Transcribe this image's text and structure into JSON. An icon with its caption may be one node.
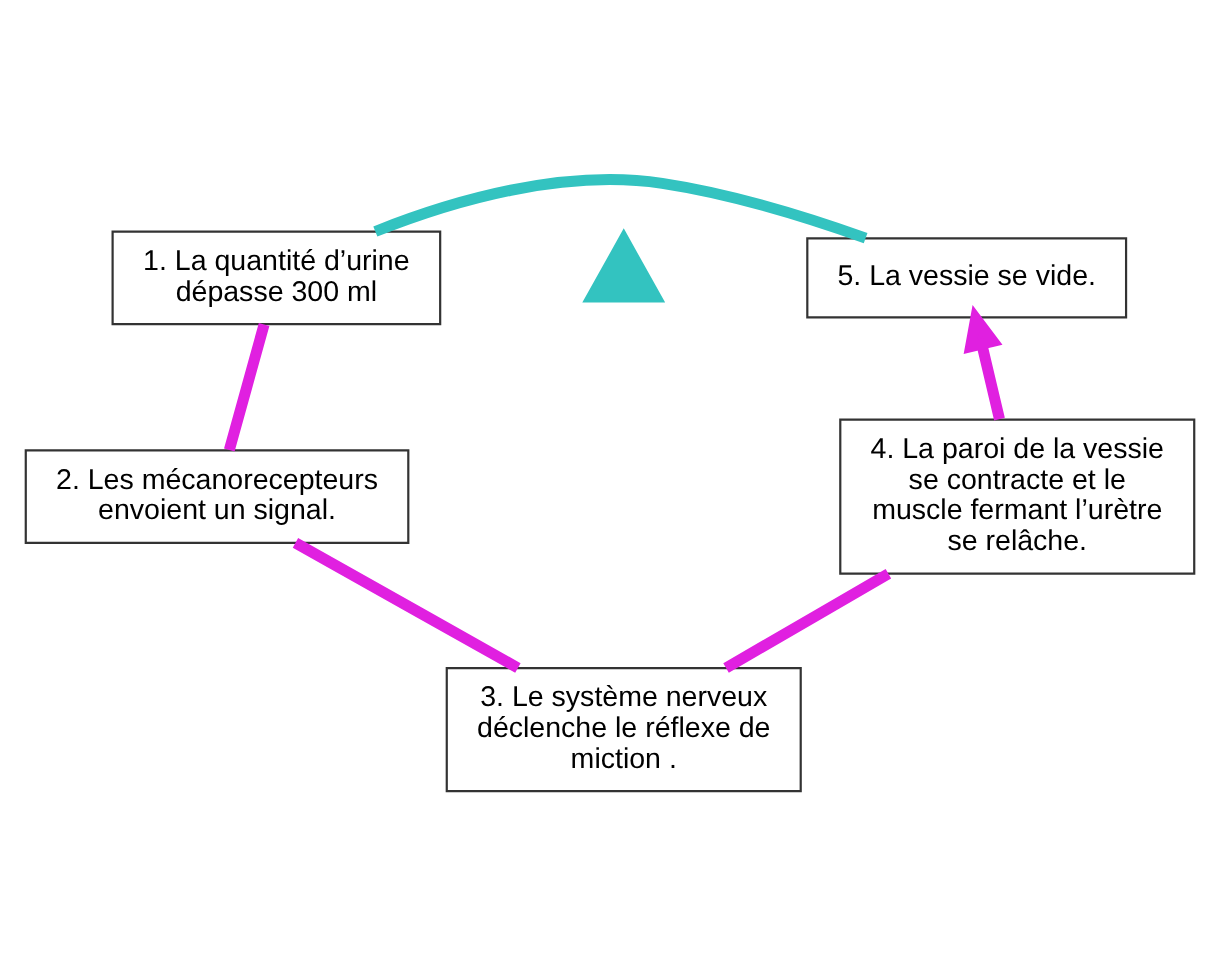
{
  "diagram": {
    "nodes": [
      {
        "text": [
          "1. La quantité d’urine dépasse 300 ml"
        ]
      },
      {
        "text": [
          "2. Les mécanorecepteurs envoient un signal."
        ]
      },
      {
        "text": [
          "3. Le système nerveux déclenche le réflexe de miction ."
        ]
      },
      {
        "text": [
          "4. La paroi de la vessie se contracte et le muscle fermant l’urètre se relâche."
        ]
      },
      {
        "text": [
          "5. La vessie se vide."
        ]
      },
      {
        "text": [],
        "shape": "triangle"
      }
    ],
    "edges": [
      {
        "from": 0,
        "to": 4,
        "arrow": "none",
        "color": "#33c3c0"
      },
      {
        "from": 0,
        "to": 1,
        "arrow": "none"
      },
      {
        "from": 1,
        "to": 2,
        "arrow": "none"
      },
      {
        "from": 2,
        "to": 3,
        "arrow": "none"
      },
      {
        "from": 3,
        "to": 4,
        "arrow": "to"
      }
    ]
  }
}
